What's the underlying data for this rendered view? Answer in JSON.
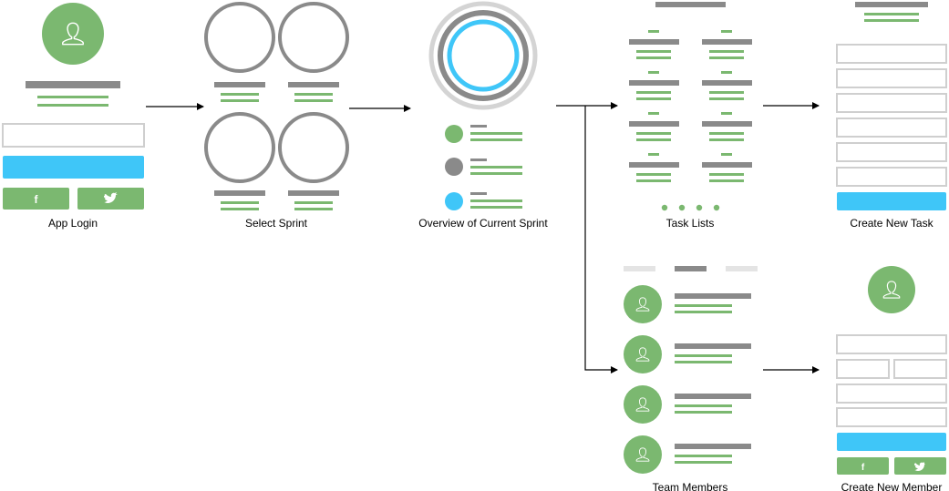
{
  "colors": {
    "green": "#7bb870",
    "gray": "#8a8a8a",
    "blue": "#3fc6f8",
    "light_gray": "#d4d4d4",
    "input_border": "#cfcfcf",
    "white": "#ffffff",
    "arrow": "#000000"
  },
  "screens": {
    "app_login": {
      "label": "App Login",
      "icons": [
        "user-avatar-icon",
        "facebook-icon",
        "twitter-icon"
      ]
    },
    "select_sprint": {
      "label": "Select Sprint"
    },
    "overview": {
      "label": "Overview of Current Sprint",
      "legend_dot_colors": [
        "green",
        "gray",
        "blue"
      ]
    },
    "task_lists": {
      "label": "Task Lists",
      "pager_dots": 4
    },
    "create_task": {
      "label": "Create New Task",
      "input_count": 6
    },
    "team_members": {
      "label": "Team Members",
      "member_count": 4,
      "icons": [
        "user-avatar-icon"
      ]
    },
    "create_member": {
      "label": "Create New Member",
      "icons": [
        "user-avatar-icon",
        "facebook-icon",
        "twitter-icon"
      ]
    }
  },
  "flows": [
    {
      "from": "App Login",
      "to": "Select Sprint"
    },
    {
      "from": "Select Sprint",
      "to": "Overview of Current Sprint"
    },
    {
      "from": "Overview of Current Sprint",
      "to": "Task Lists"
    },
    {
      "from": "Overview of Current Sprint",
      "to": "Team Members"
    },
    {
      "from": "Task Lists",
      "to": "Create New Task"
    },
    {
      "from": "Team Members",
      "to": "Create New Member"
    }
  ]
}
